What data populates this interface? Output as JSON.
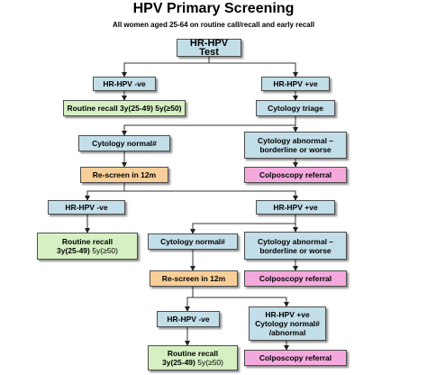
{
  "title": "HPV Primary Screening",
  "subtitle": "All women aged 25-64 on routine call/recall and early recall",
  "nodes": {
    "test": "HR-HPV Test",
    "neg1": "HR-HPV -ve",
    "pos1": "HR-HPV +ve",
    "routine1": "Routine recall 3y(25-49) 5y(≥50)",
    "triage": "Cytology triage",
    "cyto_normal1": "Cytology normal#",
    "cyto_abnormal1_line1": "Cytology abnormal –",
    "cyto_abnormal1_line2": "borderline or worse",
    "rescreen1": "Re-screen in 12m",
    "colpo1": "Colposcopy referral",
    "neg2": "HR-HPV -ve",
    "pos2": "HR-HPV +ve",
    "routine2_line1": "Routine recall",
    "routine2_strong": "3y(25-49)",
    "routine2_light": "5y(≥50)",
    "cyto_normal2": "Cytology normal#",
    "cyto_abnormal2_line1": "Cytology abnormal –",
    "cyto_abnormal2_line2": "borderline or worse",
    "rescreen2": "Re-screen in 12m",
    "colpo2": "Colposcopy referral",
    "neg3": "HR-HPV -ve",
    "pos3_line1": "HR-HPV +ve",
    "pos3_line2": "Cytology normal#",
    "pos3_line3": "/abnormal",
    "routine3_line1": "Routine recall",
    "routine3_strong": "3y(25-49)",
    "routine3_light": "5y(≥50)",
    "colpo3": "Colposcopy referral"
  },
  "colors": {
    "blue": "#c2dee8",
    "green": "#d6f0c3",
    "orange": "#f8cf98",
    "pink": "#f4a9dd"
  }
}
